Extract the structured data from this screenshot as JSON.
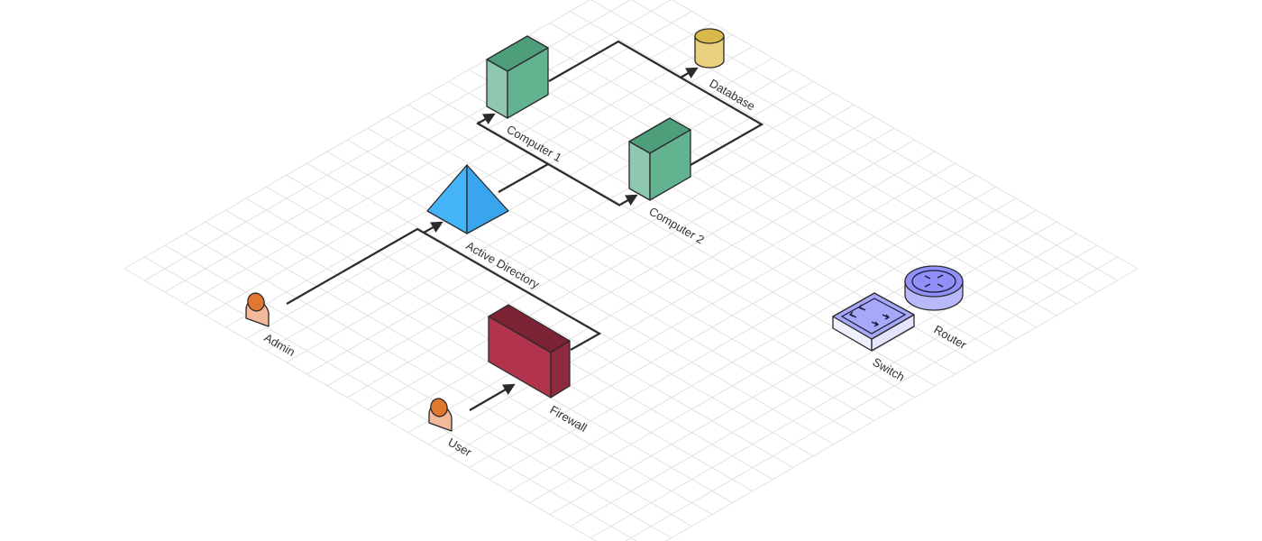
{
  "diagram": {
    "type": "isometric-network-diagram",
    "colors": {
      "grid": "#e2e2e2",
      "connector": "#2b2b2b",
      "computer_top": "#4e9e7c",
      "computer_left": "#8ec8ae",
      "computer_right": "#63b391",
      "database_top": "#d9b94a",
      "database_body": "#e8d07e",
      "pyramid_left": "#45b4f8",
      "pyramid_right": "#3aa5ef",
      "firewall_top": "#7c2235",
      "firewall_front": "#b2344c",
      "firewall_side": "#8e2a3d",
      "person_head": "#e07830",
      "person_body": "#f2b99a",
      "switch_top": "#a8a8f8",
      "switch_side": "#f0f0ff",
      "router_top": "#9090f8",
      "router_side": "#b8b8fa"
    },
    "nodes": [
      {
        "id": "computer1",
        "label": "Computer 1",
        "icon": "server-box-icon"
      },
      {
        "id": "computer2",
        "label": "Computer 2",
        "icon": "server-box-icon"
      },
      {
        "id": "database",
        "label": "Database",
        "icon": "database-cylinder-icon"
      },
      {
        "id": "active_directory",
        "label": "Active Directory",
        "icon": "pyramid-icon"
      },
      {
        "id": "firewall",
        "label": "Firewall",
        "icon": "firewall-block-icon"
      },
      {
        "id": "admin",
        "label": "Admin",
        "icon": "person-icon"
      },
      {
        "id": "user",
        "label": "User",
        "icon": "person-icon"
      },
      {
        "id": "switch",
        "label": "Switch",
        "icon": "switch-icon"
      },
      {
        "id": "router",
        "label": "Router",
        "icon": "router-icon"
      }
    ],
    "edges": [
      {
        "from": "admin",
        "to": "active_directory"
      },
      {
        "from": "firewall",
        "to": "active_directory"
      },
      {
        "from": "user",
        "to": "firewall"
      },
      {
        "from": "active_directory",
        "to": "computer1"
      },
      {
        "from": "active_directory",
        "to": "computer2"
      },
      {
        "from": "computer1",
        "to": "database"
      },
      {
        "from": "computer2",
        "to": "database"
      }
    ]
  }
}
